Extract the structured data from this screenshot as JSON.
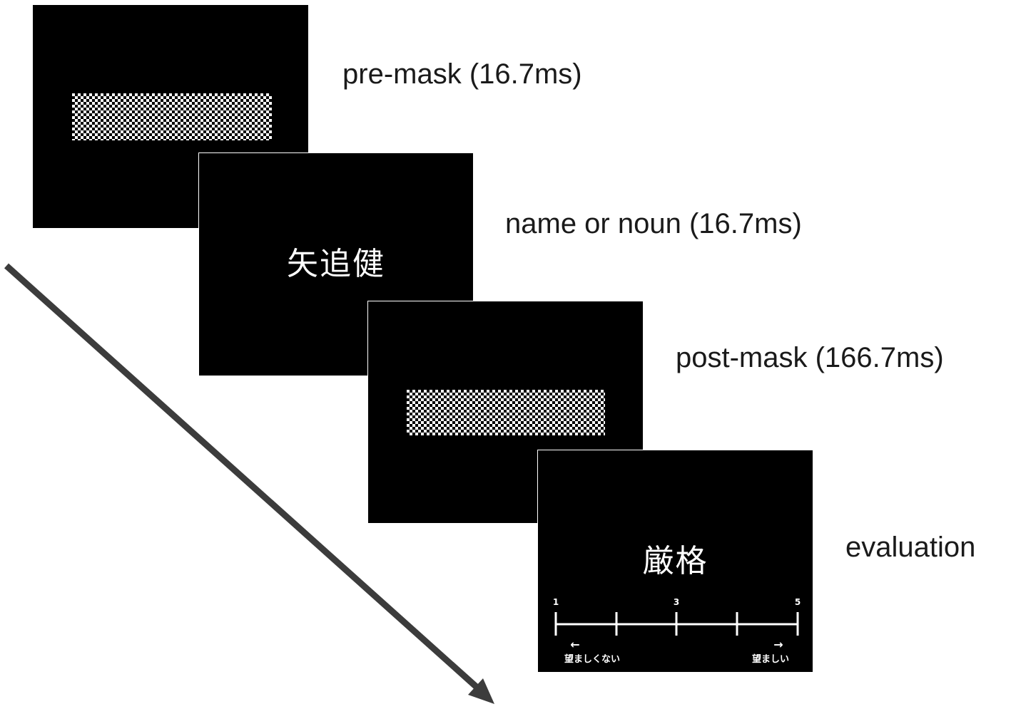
{
  "steps": {
    "premask": {
      "label": "pre-mask (16.7ms)"
    },
    "stimulus": {
      "label": "name or noun (16.7ms)",
      "word": "矢追健"
    },
    "postmask": {
      "label": "post-mask (166.7ms)"
    },
    "evaluation": {
      "label": "evaluation",
      "word": "厳格",
      "scale": {
        "numbers": [
          "1",
          "3",
          "5"
        ],
        "left_arrow": "←",
        "right_arrow": "→",
        "left_anchor": "望ましくない",
        "right_anchor": "望ましい"
      }
    }
  },
  "colors": {
    "screen_bg": "#000000",
    "screen_text": "#ffffff",
    "arrow": "#3c3c3c",
    "label_text": "#1a1a1a"
  },
  "icons": {
    "time_arrow": "arrow-down-right-icon"
  }
}
